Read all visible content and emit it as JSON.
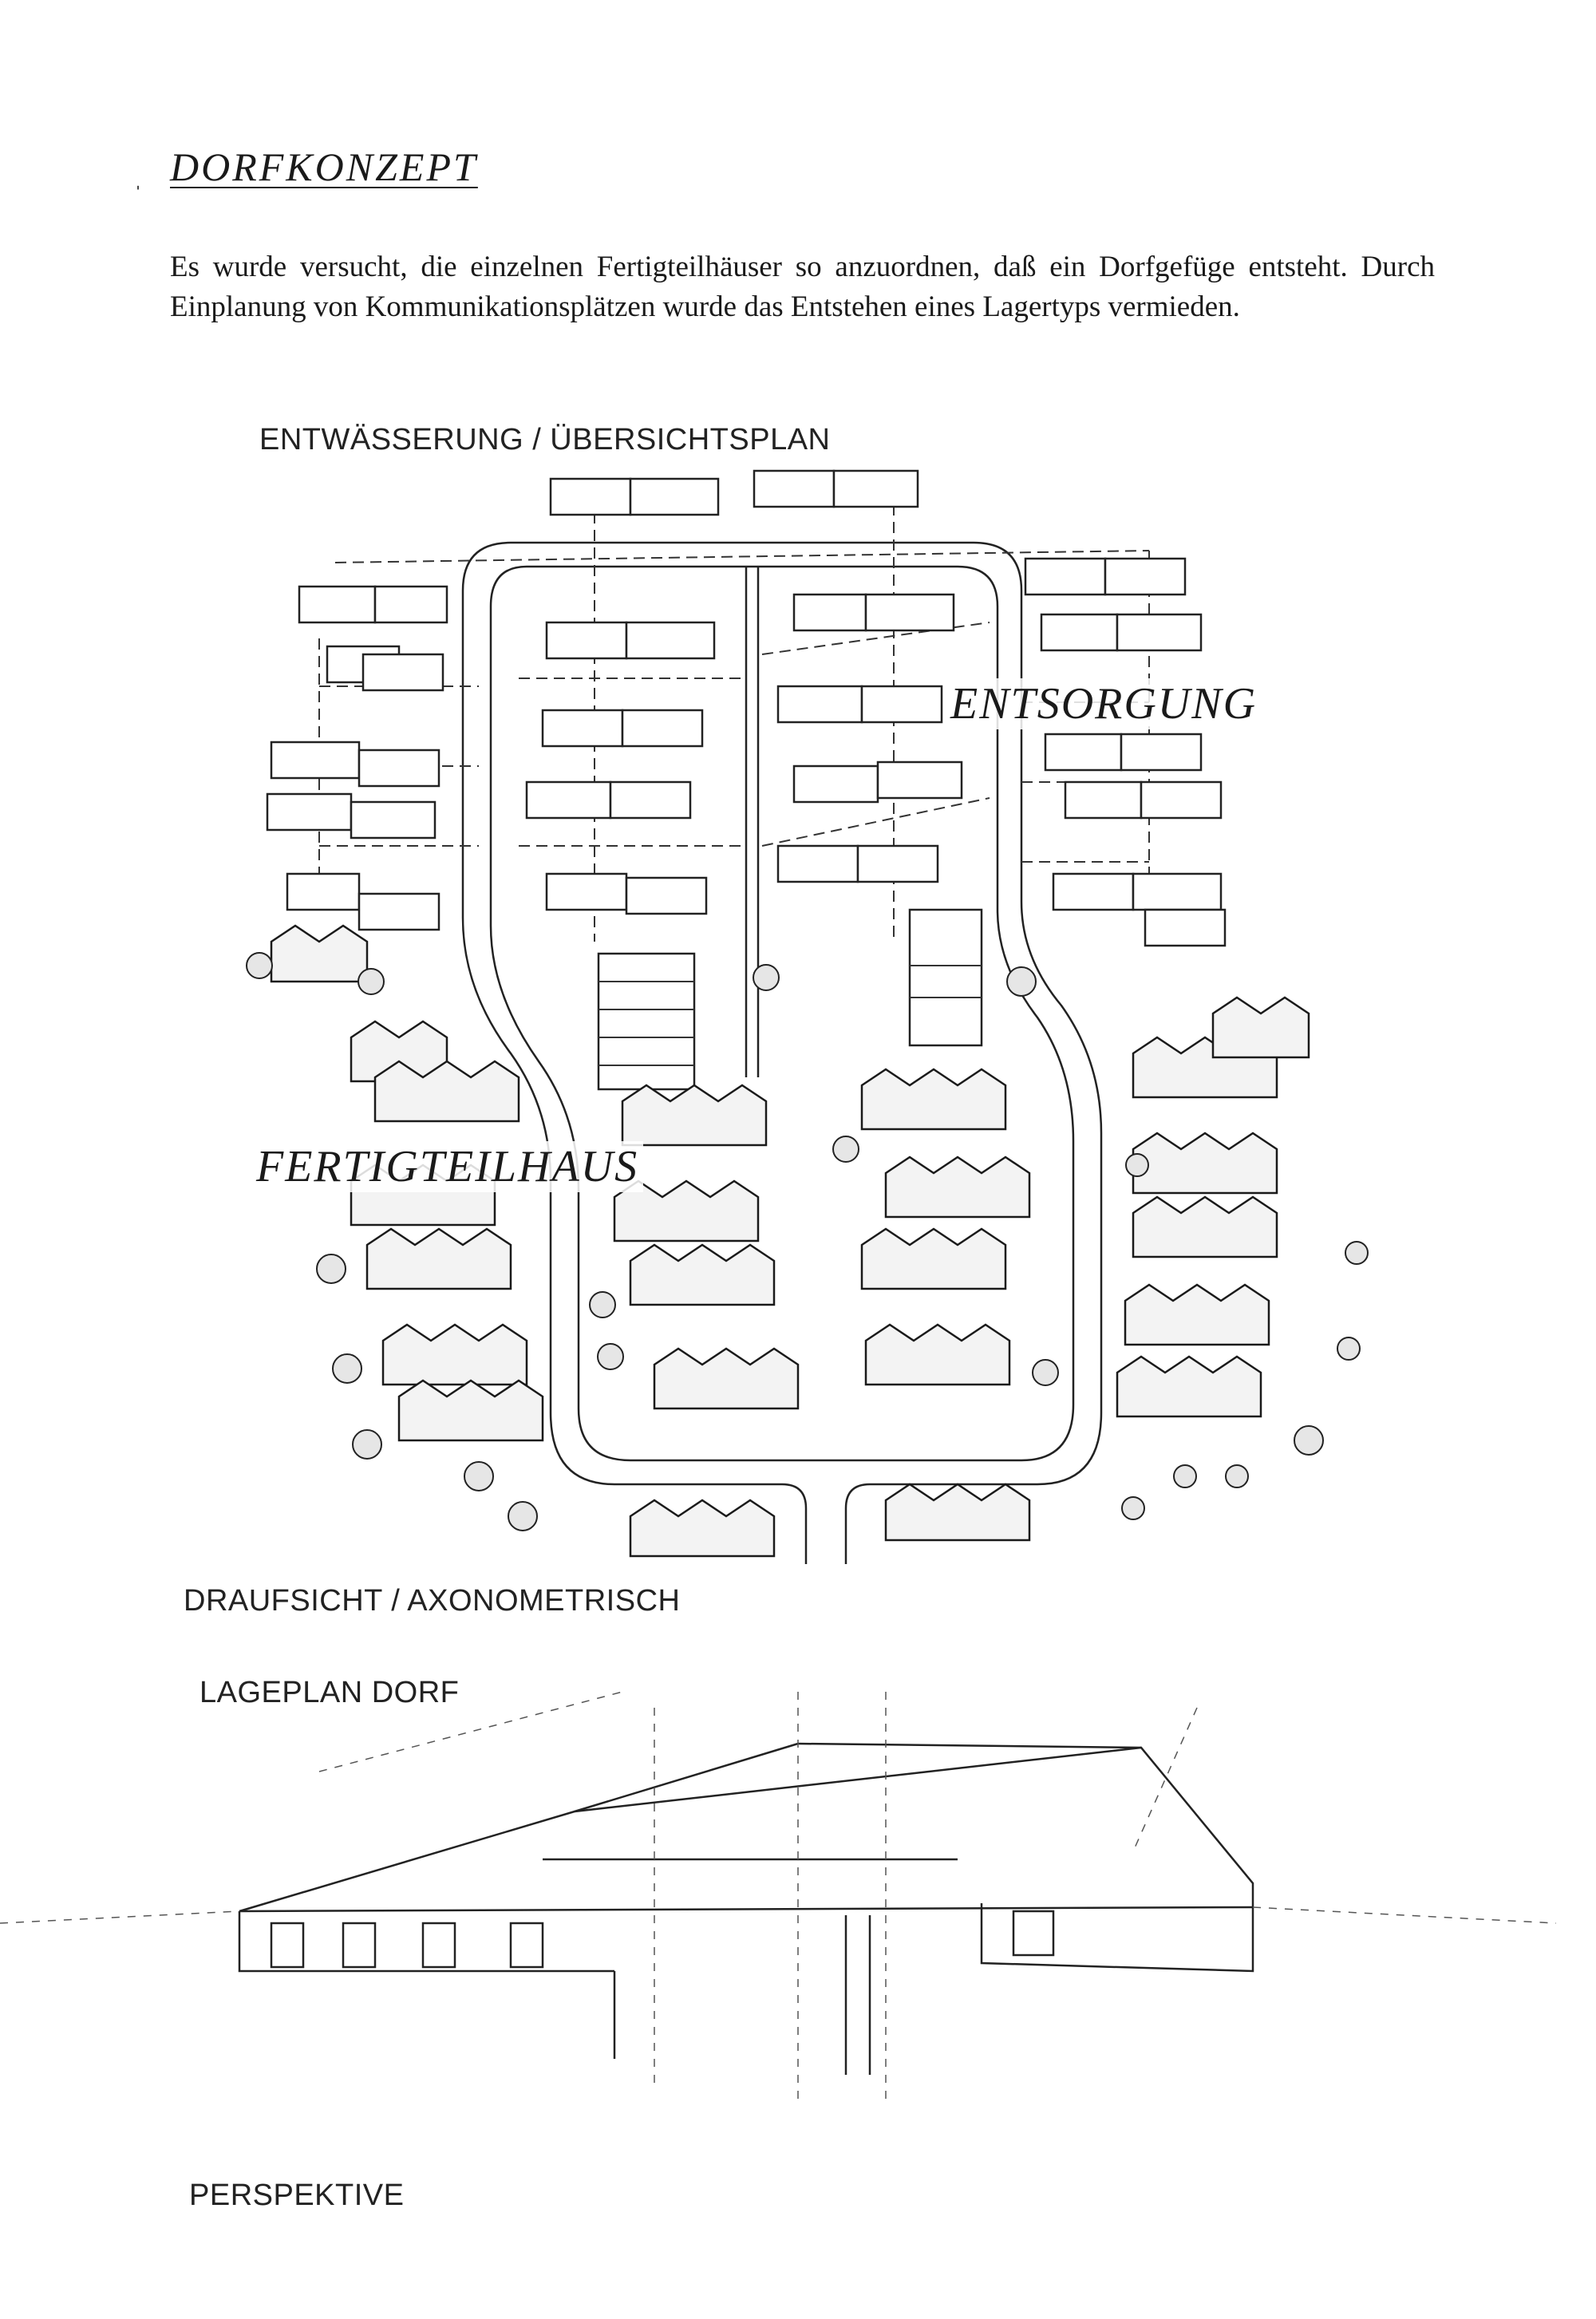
{
  "document": {
    "heading": "DORFKONZEPT",
    "paragraph": "Es wurde versucht, die einzelnen Fertigteilhäuser so anzuordnen, daß ein Dorfgefüge entsteht. Durch Einplanung von Kommunikationsplätzen wurde das Entstehen eines Lagertyps vermieden."
  },
  "plan": {
    "title": "ENTWÄSSERUNG / ÜBERSICHTSPLAN",
    "label_disposal": "ENTSORGUNG",
    "label_prefab": "FERTIGTEILHAUS",
    "caption": "DRAUFSICHT / AXONOMETRISCH"
  },
  "lower": {
    "site_plan_label": "LAGEPLAN DORF",
    "perspective_label": "PERSPEKTIVE"
  }
}
